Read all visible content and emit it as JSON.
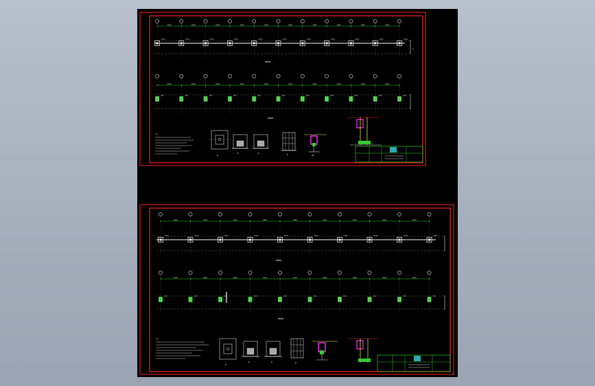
{
  "viewer": {
    "background_color": "#a9b3c0",
    "viewport_color": "#000000"
  },
  "sheets": [
    {
      "plan1": {
        "grid_count": 11
      },
      "plan2": {
        "grid_count": 11
      }
    },
    {
      "plan1": {
        "grid_count": 10
      },
      "plan2": {
        "grid_count": 10
      }
    }
  ],
  "colors": {
    "frame": "#ff2020",
    "axis": "#33cc33",
    "column": "#ffffff",
    "highlight": "#ff33ff",
    "dim": "#e8e8e8"
  }
}
